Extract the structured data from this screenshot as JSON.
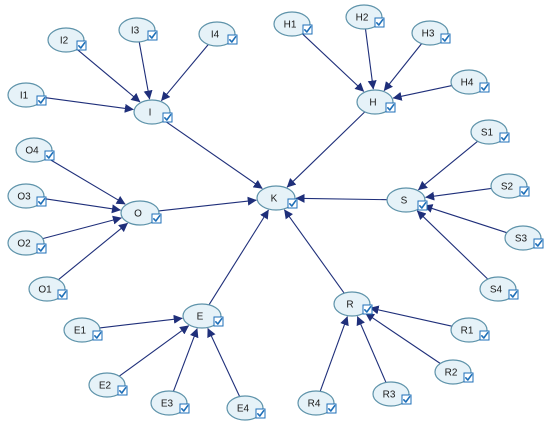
{
  "colors": {
    "node_fill": "#e6f2f8",
    "node_stroke": "#5e93aa",
    "edge": "#1f2f7a",
    "checkbox": "#1e6fb8"
  },
  "nodes": [
    {
      "id": "K",
      "label": "K",
      "checked": true
    },
    {
      "id": "I",
      "label": "I",
      "checked": true
    },
    {
      "id": "I1",
      "label": "I1",
      "checked": true
    },
    {
      "id": "I2",
      "label": "I2",
      "checked": true
    },
    {
      "id": "I3",
      "label": "I3",
      "checked": true
    },
    {
      "id": "I4",
      "label": "I4",
      "checked": true
    },
    {
      "id": "H",
      "label": "H",
      "checked": true
    },
    {
      "id": "H1",
      "label": "H1",
      "checked": true
    },
    {
      "id": "H2",
      "label": "H2",
      "checked": true
    },
    {
      "id": "H3",
      "label": "H3",
      "checked": true
    },
    {
      "id": "H4",
      "label": "H4",
      "checked": true
    },
    {
      "id": "O",
      "label": "O",
      "checked": true
    },
    {
      "id": "O1",
      "label": "O1",
      "checked": true
    },
    {
      "id": "O2",
      "label": "O2",
      "checked": true
    },
    {
      "id": "O3",
      "label": "O3",
      "checked": true
    },
    {
      "id": "O4",
      "label": "O4",
      "checked": true
    },
    {
      "id": "S",
      "label": "S",
      "checked": true
    },
    {
      "id": "S1",
      "label": "S1",
      "checked": true
    },
    {
      "id": "S2",
      "label": "S2",
      "checked": true
    },
    {
      "id": "S3",
      "label": "S3",
      "checked": true
    },
    {
      "id": "S4",
      "label": "S4",
      "checked": true
    },
    {
      "id": "E",
      "label": "E",
      "checked": true
    },
    {
      "id": "E1",
      "label": "E1",
      "checked": true
    },
    {
      "id": "E2",
      "label": "E2",
      "checked": true
    },
    {
      "id": "E3",
      "label": "E3",
      "checked": true
    },
    {
      "id": "E4",
      "label": "E4",
      "checked": true
    },
    {
      "id": "R",
      "label": "R",
      "checked": true
    },
    {
      "id": "R1",
      "label": "R1",
      "checked": true
    },
    {
      "id": "R2",
      "label": "R2",
      "checked": true
    },
    {
      "id": "R3",
      "label": "R3",
      "checked": true
    },
    {
      "id": "R4",
      "label": "R4",
      "checked": true
    }
  ],
  "edges": [
    {
      "from": "I1",
      "to": "I"
    },
    {
      "from": "I2",
      "to": "I"
    },
    {
      "from": "I3",
      "to": "I"
    },
    {
      "from": "I4",
      "to": "I"
    },
    {
      "from": "H1",
      "to": "H"
    },
    {
      "from": "H2",
      "to": "H"
    },
    {
      "from": "H3",
      "to": "H"
    },
    {
      "from": "H4",
      "to": "H"
    },
    {
      "from": "O1",
      "to": "O"
    },
    {
      "from": "O2",
      "to": "O"
    },
    {
      "from": "O3",
      "to": "O"
    },
    {
      "from": "O4",
      "to": "O"
    },
    {
      "from": "S1",
      "to": "S"
    },
    {
      "from": "S2",
      "to": "S"
    },
    {
      "from": "S3",
      "to": "S"
    },
    {
      "from": "S4",
      "to": "S"
    },
    {
      "from": "E1",
      "to": "E"
    },
    {
      "from": "E2",
      "to": "E"
    },
    {
      "from": "E3",
      "to": "E"
    },
    {
      "from": "E4",
      "to": "E"
    },
    {
      "from": "R1",
      "to": "R"
    },
    {
      "from": "R2",
      "to": "R"
    },
    {
      "from": "R3",
      "to": "R"
    },
    {
      "from": "R4",
      "to": "R"
    },
    {
      "from": "I",
      "to": "K"
    },
    {
      "from": "H",
      "to": "K"
    },
    {
      "from": "O",
      "to": "K"
    },
    {
      "from": "S",
      "to": "K"
    },
    {
      "from": "E",
      "to": "K"
    },
    {
      "from": "R",
      "to": "K"
    }
  ]
}
